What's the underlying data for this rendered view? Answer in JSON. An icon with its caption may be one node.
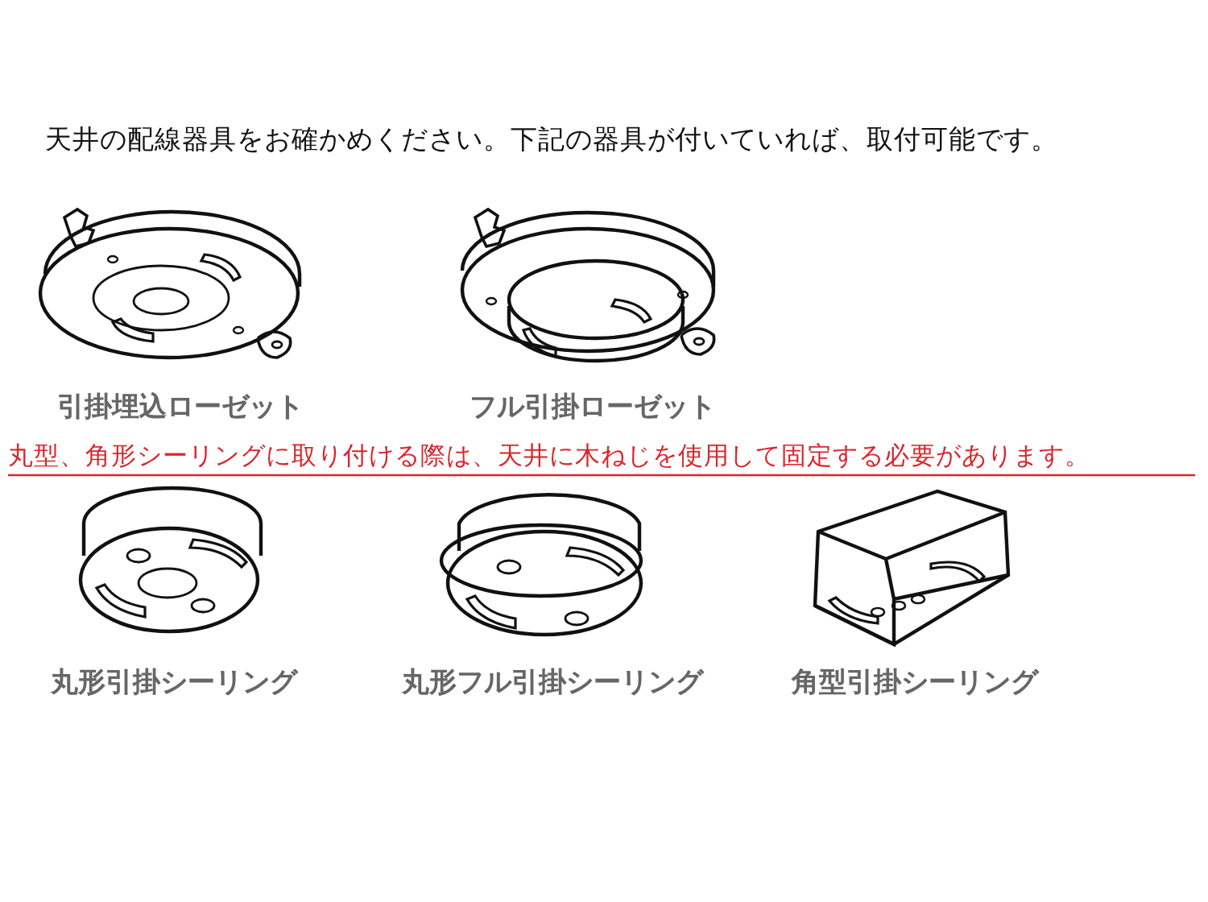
{
  "diagram": {
    "title": "天井の配線器具をお確かめください。下記の器具が付いていれば、取付可能です。",
    "labels": [
      "引掛埋込ローゼット",
      "フル引掛ローゼット",
      "丸型、角形シーリングに取り付ける際は、天井に木ねじを使用して固定する必要があります。",
      "丸形引掛シーリング",
      "丸形フル引掛シーリング",
      "角型引掛シーリング"
    ]
  }
}
